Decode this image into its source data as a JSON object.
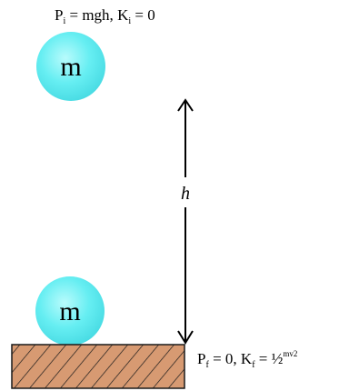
{
  "initial_state": {
    "potential_var": "P",
    "potential_sub": "i",
    "potential_rhs": " = mgh, ",
    "kinetic_var": "K",
    "kinetic_sub": "i",
    "kinetic_rhs": " = 0"
  },
  "final_state": {
    "potential_var": "P",
    "potential_sub": "f",
    "potential_rhs": " = 0, ",
    "kinetic_var": "K",
    "kinetic_sub": "f",
    "kinetic_eq": " = ",
    "kinetic_frac": "½",
    "kinetic_sup": "mv2"
  },
  "top_ball_label": "m",
  "bottom_ball_label": "m",
  "height_label": "h",
  "colors": {
    "ball_fill": "#66eef2",
    "ball_edge": "#48dbe3",
    "ball_highlight": "#b8fbfc",
    "ground_fill": "#d79a72",
    "hatch": "#1a1a1a",
    "arrow": "#000000"
  }
}
